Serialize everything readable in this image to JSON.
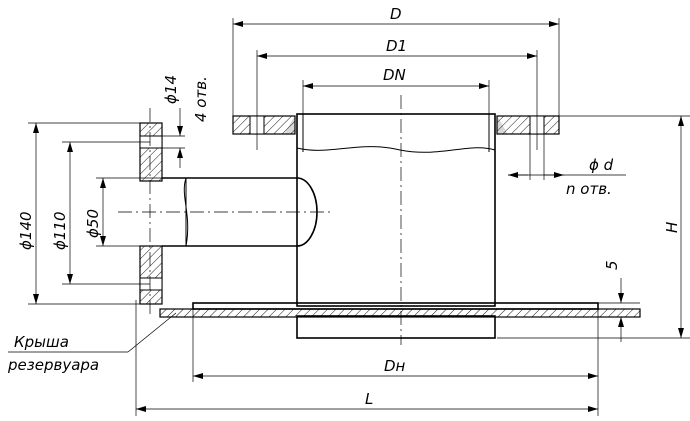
{
  "figure": "Tank roof nozzle with side branch pipe - dimensioned drawing",
  "dimensions": {
    "D": "D",
    "D1": "D1",
    "DN": "DN",
    "Dn": "Dн",
    "L": "L",
    "H": "H",
    "d": "ϕ d",
    "n_holes": "n отв.",
    "phi14": "ϕ14",
    "holes4": "4 отв.",
    "five": "5",
    "phi140": "ϕ140",
    "phi110": "ϕ110",
    "phi50": "ϕ50"
  },
  "labels": {
    "roof_line1": "Крыша",
    "roof_line2": "резервуара"
  }
}
